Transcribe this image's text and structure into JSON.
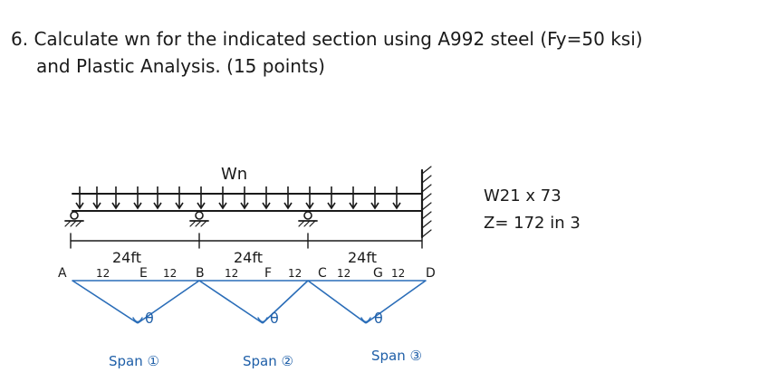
{
  "problem": {
    "line1": "6. Calculate wn for the indicated section using A992 steel (Fy=50 ksi)",
    "line2": "and Plastic Analysis. (15 points)"
  },
  "load": {
    "label": "Wn"
  },
  "section": {
    "shape": "W21 x 73",
    "z": "Z= 172 in 3"
  },
  "spans": {
    "span1": "24ft",
    "span2": "24ft",
    "span3": "24ft"
  },
  "mechanism": {
    "points": [
      "A",
      "E",
      "B",
      "F",
      "C",
      "G",
      "D"
    ],
    "segments": [
      "12",
      "12",
      "12",
      "12",
      "12",
      "12"
    ],
    "rotation": "θ",
    "span_labels": [
      "Span ①",
      "Span ②",
      "Span ③"
    ]
  }
}
